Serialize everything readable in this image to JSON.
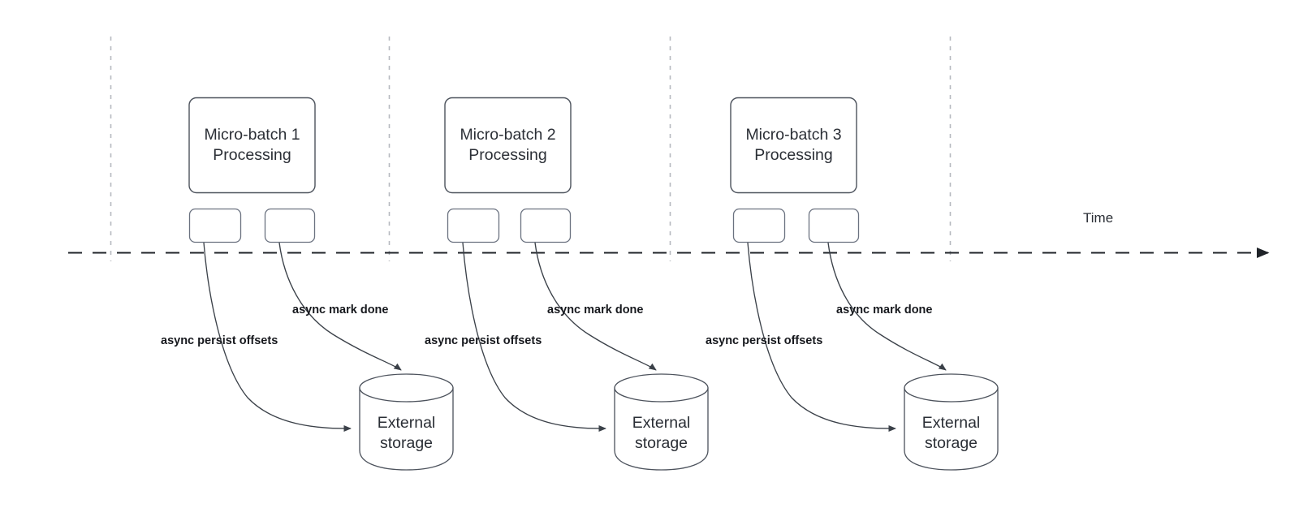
{
  "diagram": {
    "title_text_present": false,
    "background": "#ffffff",
    "timeline": {
      "axis_label": "Time",
      "axis_color": "#1f2328",
      "tick_color": "#b6b9bf",
      "tick_count": 4
    },
    "groups": [
      {
        "id": "group-1",
        "batch_box_label_line1": "Micro-batch 1",
        "batch_box_label_line2": "Processing",
        "task_box_left_label": "",
        "task_box_right_label": "",
        "storage_label_line1": "External",
        "storage_label_line2": "storage",
        "edge_persist_label": "async persist offsets",
        "edge_mark_label": "async mark done"
      },
      {
        "id": "group-2",
        "batch_box_label_line1": "Micro-batch 2",
        "batch_box_label_line2": "Processing",
        "task_box_left_label": "",
        "task_box_right_label": "",
        "storage_label_line1": "External",
        "storage_label_line2": "storage",
        "edge_persist_label": "async persist offsets",
        "edge_mark_label": "async mark done"
      },
      {
        "id": "group-3",
        "batch_box_label_line1": "Micro-batch 3",
        "batch_box_label_line2": "Processing",
        "task_box_left_label": "",
        "task_box_right_label": "",
        "storage_label_line1": "External",
        "storage_label_line2": "storage",
        "edge_persist_label": "async persist offsets",
        "edge_mark_label": "async mark done"
      }
    ],
    "colors": {
      "shape_stroke": "#4c525c",
      "small_shape_stroke": "#6b7280",
      "text": "#2b2f36",
      "label_text": "#16181d"
    }
  }
}
